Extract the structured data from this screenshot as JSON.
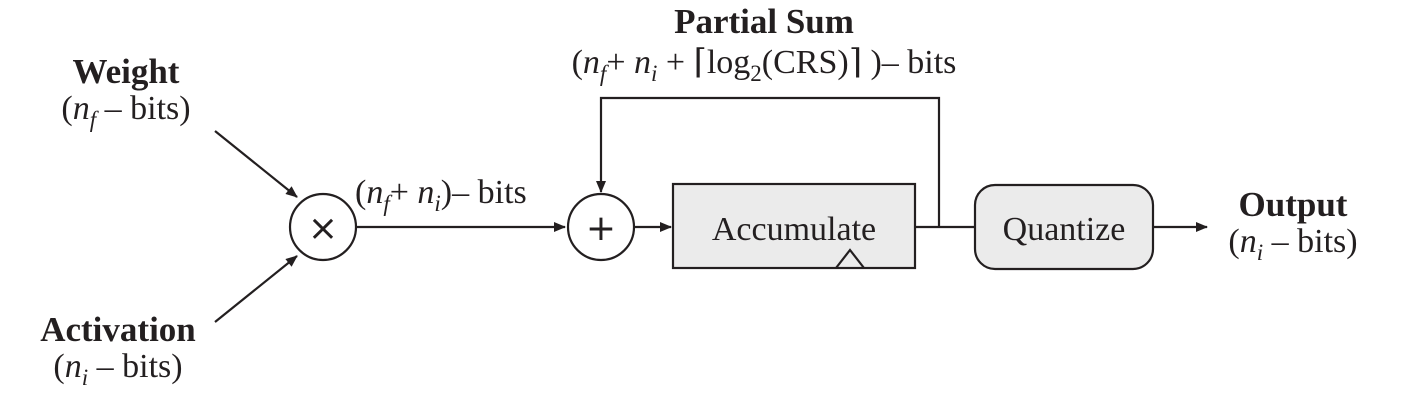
{
  "inputs": {
    "weight": {
      "title": "Weight",
      "n": "n",
      "sub": "f",
      "suffix": " – bits",
      "open": "(",
      "close": ")"
    },
    "activation": {
      "title": "Activation",
      "n": "n",
      "sub": "i",
      "suffix": " – bits",
      "open": "(",
      "close": ")"
    }
  },
  "operators": {
    "multiply": "×",
    "add": "+"
  },
  "product_width": {
    "open": "(",
    "n1": "n",
    "s1": "f",
    "plus": "+ ",
    "n2": "n",
    "s2": "i",
    "tail": ")– bits"
  },
  "partial_sum": {
    "title": "Partial Sum",
    "open": "(",
    "n1": "n",
    "s1": "f",
    "plus1": "+ ",
    "n2": "n",
    "s2": "i",
    "plus2": " + ⌈log",
    "two": "2",
    "crs": "(CRS)⌉ )– bits"
  },
  "blocks": {
    "accumulate": "Accumulate",
    "quantize": "Quantize"
  },
  "output": {
    "title": "Output",
    "n": "n",
    "sub": "i",
    "suffix": " – bits",
    "open": "(",
    "close": ")"
  }
}
